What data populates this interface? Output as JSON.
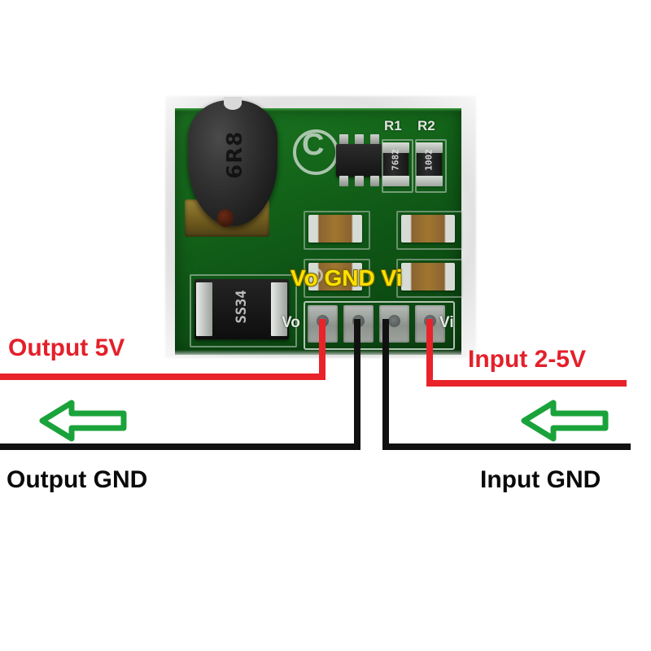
{
  "image": {
    "subject": "DC-DC boost converter module wiring diagram",
    "background_color": "#ffffff"
  },
  "board": {
    "color": "#156118",
    "silk_color": "#dfe8df",
    "components": {
      "inductor": {
        "marking": "6R8",
        "name": "shielded-power-inductor"
      },
      "logo": {
        "glyph": "C",
        "name": "circled-c-logo"
      },
      "ic": {
        "name": "sot23-6-converter-ic"
      },
      "resistors": [
        {
          "label": "R1",
          "code": "7682"
        },
        {
          "label": "R2",
          "code": "1002"
        }
      ],
      "diode": {
        "marking": "SS34",
        "name": "schottky-diode"
      },
      "capacitors": [
        {
          "name": "ceramic-capacitor-c1"
        },
        {
          "name": "ceramic-capacitor-c2"
        },
        {
          "name": "ceramic-capacitor-c3"
        },
        {
          "name": "ceramic-capacitor-c4"
        }
      ]
    },
    "overlay_label": "Vo GND Vi",
    "overlay_label_color": "#ffe000",
    "silk_left": "Vo",
    "silk_right": "Vi",
    "pads": [
      {
        "index": 1,
        "signal": "Vo",
        "wire": "red"
      },
      {
        "index": 2,
        "signal": "GND",
        "wire": "black"
      },
      {
        "index": 3,
        "signal": "GND",
        "wire": "black"
      },
      {
        "index": 4,
        "signal": "Vi",
        "wire": "red"
      }
    ]
  },
  "annotations": {
    "output_voltage": {
      "text": "Output 5V",
      "color": "#e4202a"
    },
    "input_voltage": {
      "text": "Input 2-5V",
      "color": "#e4202a"
    },
    "output_ground": {
      "text": "Output GND",
      "color": "#0a0a0a"
    },
    "input_ground": {
      "text": "Input GND",
      "color": "#0a0a0a"
    }
  },
  "arrows": [
    {
      "name": "output-direction-arrow",
      "direction": "left",
      "color": "#1aa33a"
    },
    {
      "name": "input-direction-arrow",
      "direction": "left",
      "color": "#1aa33a"
    }
  ],
  "wires": {
    "positive_color": "#e8232a",
    "ground_color": "#111111"
  }
}
